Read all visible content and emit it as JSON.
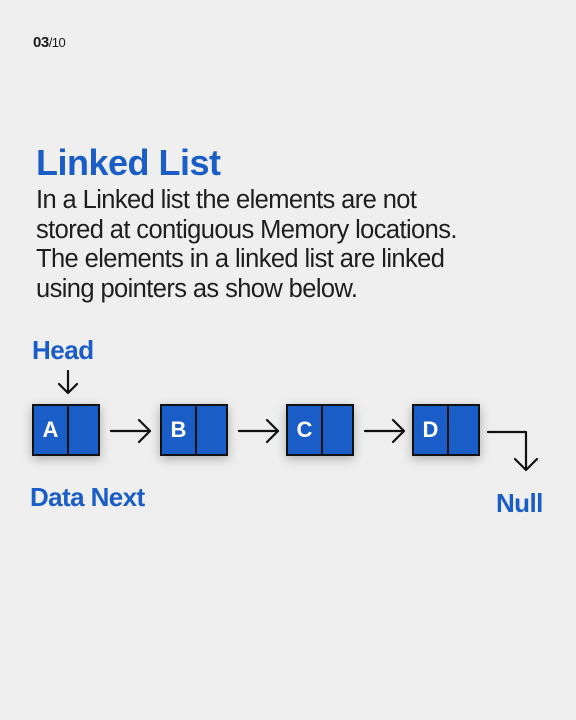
{
  "page_indicator": {
    "current": "03",
    "total": "/10"
  },
  "title": "Linked List",
  "description_lines": [
    "In a Linked list the elements are not",
    "stored at contiguous Memory locations.",
    "The elements in a linked list are linked",
    "using pointers as show below."
  ],
  "diagram": {
    "head_label": "Head",
    "nodes": [
      "A",
      "B",
      "C",
      "D"
    ],
    "node_parts_label": "Data Next",
    "null_label": "Null"
  },
  "colors": {
    "accent": "#1a5dc6",
    "background": "#efeff0",
    "text": "#1e1e1e"
  }
}
